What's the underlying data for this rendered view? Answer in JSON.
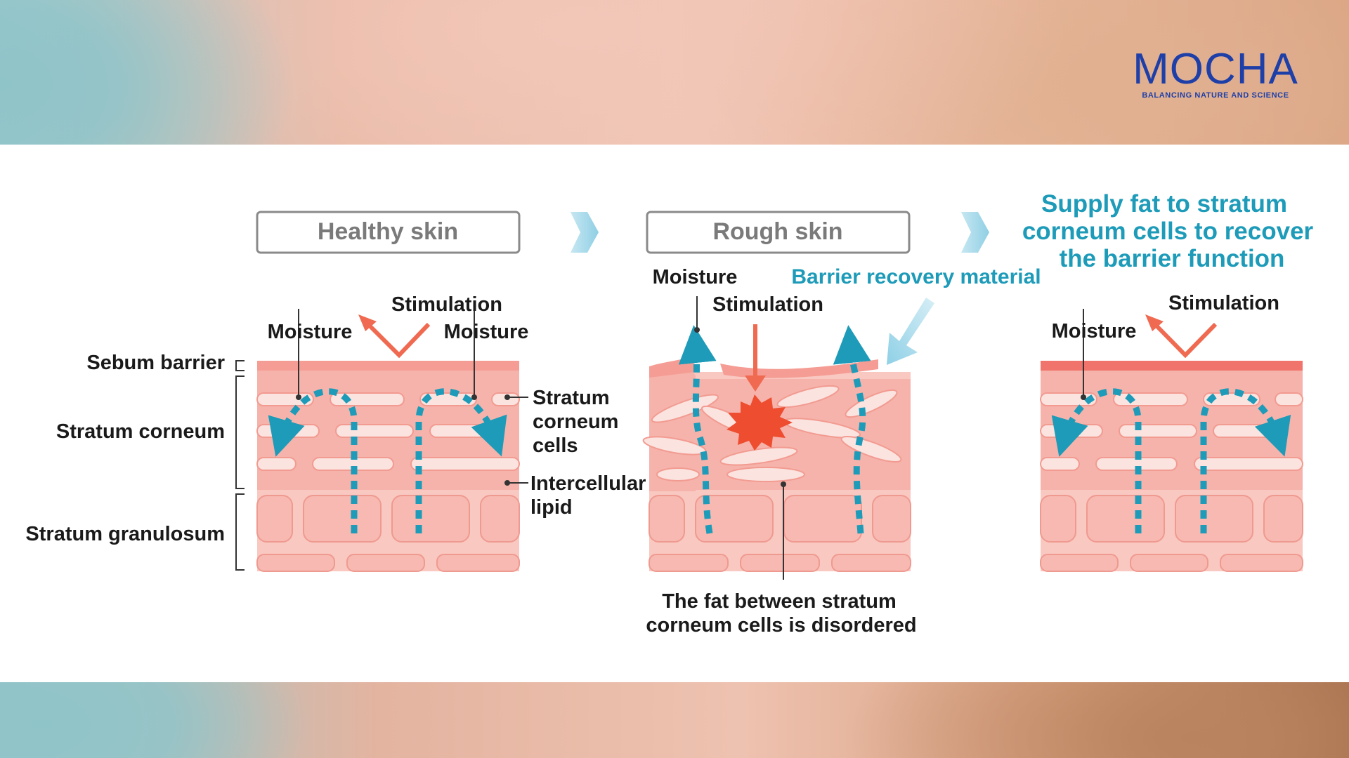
{
  "brand": {
    "name": "MOCHA",
    "tagline": "BALANCING NATURE AND SCIENCE",
    "color": "#1f3fa8"
  },
  "colors": {
    "arrow_blue": "#1d9bb8",
    "stimulation_arrow": "#ef6a50",
    "skin_pink": "#f6b5ae",
    "sebum": "#f08a82",
    "damage": "#ee4d2f"
  },
  "panels": {
    "healthy": {
      "title": "Healthy skin",
      "stimulation": "Stimulation",
      "moisture_left": "Moisture",
      "moisture_right": "Moisture"
    },
    "rough": {
      "title": "Rough skin",
      "moisture": "Moisture",
      "stimulation": "Stimulation",
      "barrier_material": "Barrier recovery material",
      "caption_line1": "The fat between stratum",
      "caption_line2": "corneum cells is disordered"
    },
    "recovered": {
      "heading_line1": "Supply fat to stratum",
      "heading_line2": "corneum cells to recover",
      "heading_line3": "the barrier function",
      "stimulation": "Stimulation",
      "moisture": "Moisture"
    }
  },
  "layers": {
    "sebum_barrier": "Sebum barrier",
    "stratum_corneum": "Stratum corneum",
    "stratum_granulosum": "Stratum granulosum"
  },
  "callouts": {
    "cells_line1": "Stratum",
    "cells_line2": "corneum",
    "cells_line3": "cells",
    "lipid_line1": "Intercellular",
    "lipid_line2": "lipid"
  }
}
